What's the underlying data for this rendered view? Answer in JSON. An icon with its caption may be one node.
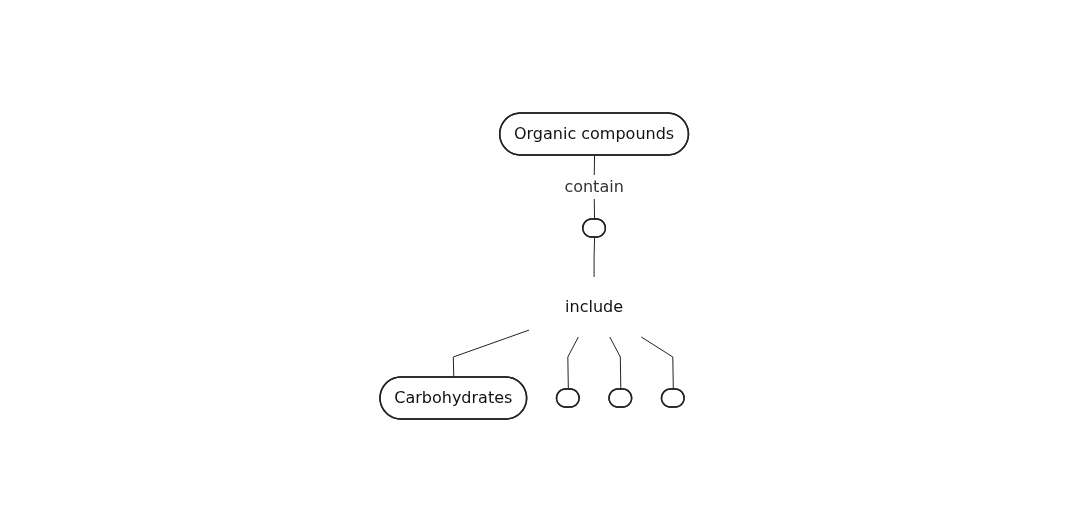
{
  "diagram": {
    "nodes": [
      {
        "text": [
          "Organic compounds"
        ]
      },
      {
        "text": [],
        "shape": "ellipse"
      },
      {
        "text": [
          "include"
        ]
      },
      {
        "text": [
          "Carbohydrates"
        ]
      },
      {
        "text": [],
        "shape": "ellipse"
      },
      {
        "text": [],
        "shape": "ellipse"
      },
      {
        "text": [],
        "shape": "ellipse"
      }
    ],
    "edges": [
      {
        "from": 0,
        "to": 1,
        "arrow": "none",
        "label": "contain"
      },
      {
        "from": 1,
        "to": 2,
        "arrow": "none"
      },
      {
        "from": 2,
        "to": 3,
        "arrow": "none"
      },
      {
        "from": 2,
        "to": 4,
        "arrow": "none"
      },
      {
        "from": 2,
        "to": 5,
        "arrow": "none"
      },
      {
        "from": 2,
        "to": 6,
        "arrow": "none"
      }
    ]
  }
}
